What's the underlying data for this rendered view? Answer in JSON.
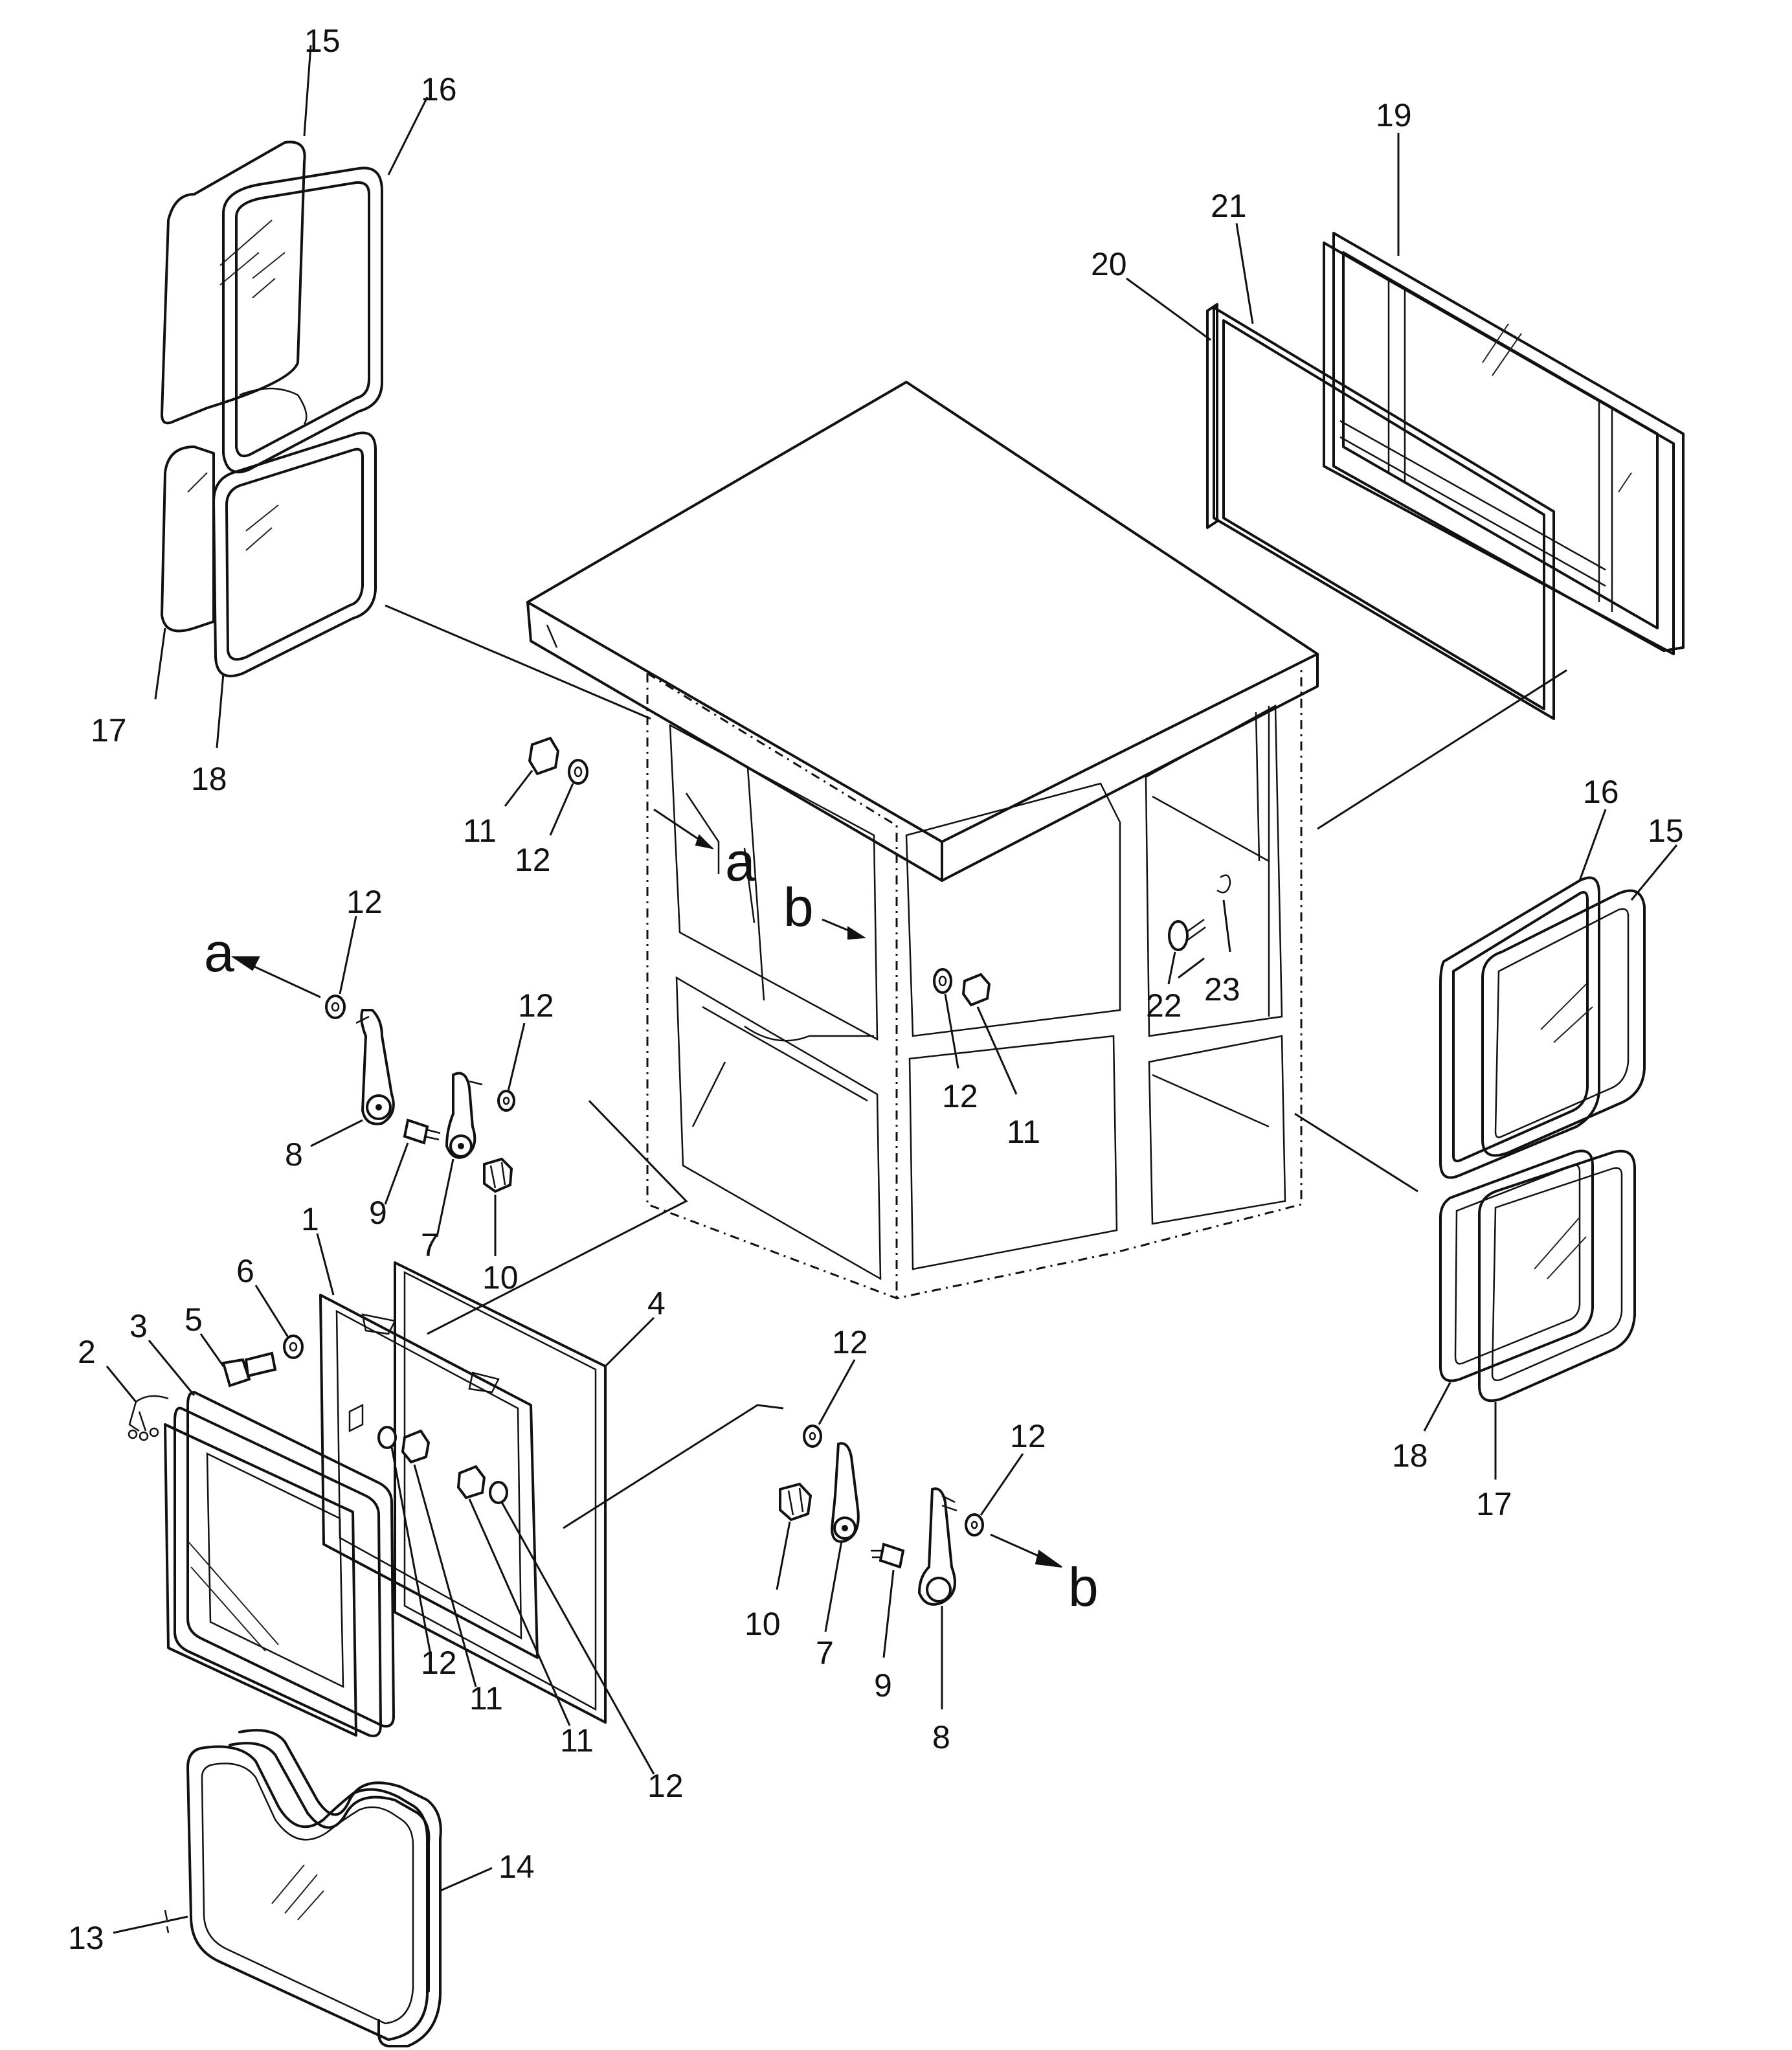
{
  "labels": {
    "p15a": "15",
    "p16a": "16",
    "p17a": "17",
    "p18a": "18",
    "p19": "19",
    "p20": "20",
    "p21": "21",
    "p11a": "11",
    "p12a": "12",
    "p12b": "12",
    "p11b": "11",
    "p22": "22",
    "p23": "23",
    "p16b": "16",
    "p15b": "15",
    "p18b": "18",
    "p17b": "17",
    "p12c": "12",
    "p8a": "8",
    "p9a": "9",
    "p7a": "7",
    "p12d": "12",
    "p10a": "10",
    "p1": "1",
    "p2": "2",
    "p3": "3",
    "p4": "4",
    "p5": "5",
    "p6": "6",
    "p12e": "12",
    "p11c": "11",
    "p11d": "11",
    "p12f": "12",
    "p12g": "12",
    "p12h": "12",
    "p10b": "10",
    "p7b": "7",
    "p9b": "9",
    "p8b": "8",
    "p13": "13",
    "p14": "14"
  },
  "view_markers": {
    "a_body": "a",
    "b_body": "b",
    "a_arrow": "a",
    "b_arrow": "b"
  }
}
